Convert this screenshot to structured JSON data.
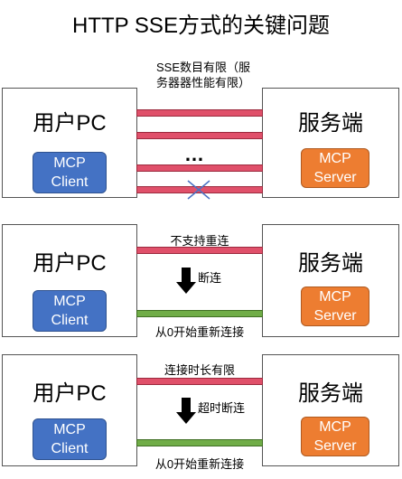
{
  "title": "HTTP SSE方式的关键问题",
  "colors": {
    "red_bar": "#e0506a",
    "green_bar": "#70ad47",
    "client_chip": "#4472c4",
    "server_chip": "#ed7d31"
  },
  "rows": [
    {
      "client_title": "用户PC",
      "client_chip": [
        "MCP",
        "Client"
      ],
      "server_title": "服务端",
      "server_chip": [
        "MCP",
        "Server"
      ],
      "top_note": "SSE数目有限（服务器器性能有限）",
      "top_note_lines": [
        "SSE数目有限（服",
        "务器器性能有限）"
      ],
      "ellipsis": "…"
    },
    {
      "client_title": "用户PC",
      "client_chip": [
        "MCP",
        "Client"
      ],
      "server_title": "服务端",
      "server_chip": [
        "MCP",
        "Server"
      ],
      "top_note": "不支持重连",
      "arrow_label": "断连",
      "bottom_note": "从0开始重新连接"
    },
    {
      "client_title": "用户PC",
      "client_chip": [
        "MCP",
        "Client"
      ],
      "server_title": "服务端",
      "server_chip": [
        "MCP",
        "Server"
      ],
      "top_note": "连接时长有限",
      "arrow_label": "超时断连",
      "bottom_note": "从0开始重新连接"
    }
  ]
}
